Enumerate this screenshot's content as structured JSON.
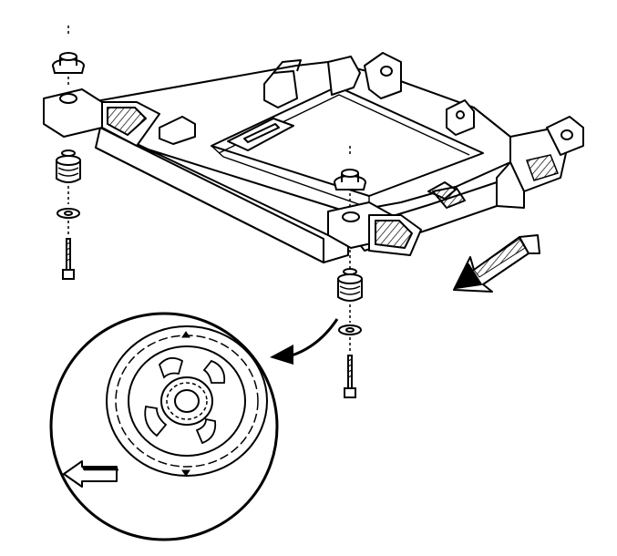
{
  "diagram": {
    "background": "#ffffff",
    "stroke": "#000000",
    "components": [
      {
        "id": "frame",
        "icon": "subframe-crossmember"
      },
      {
        "id": "mount-left",
        "icon": "body-mount-stack"
      },
      {
        "id": "mount-center",
        "icon": "body-mount-stack"
      },
      {
        "id": "detail-view",
        "icon": "bushing-detail-circle"
      },
      {
        "id": "front-arrow-right",
        "icon": "direction-arrow"
      },
      {
        "id": "front-arrow-detail",
        "icon": "direction-arrow"
      },
      {
        "id": "callout-arrow",
        "icon": "curved-arrow"
      }
    ]
  }
}
